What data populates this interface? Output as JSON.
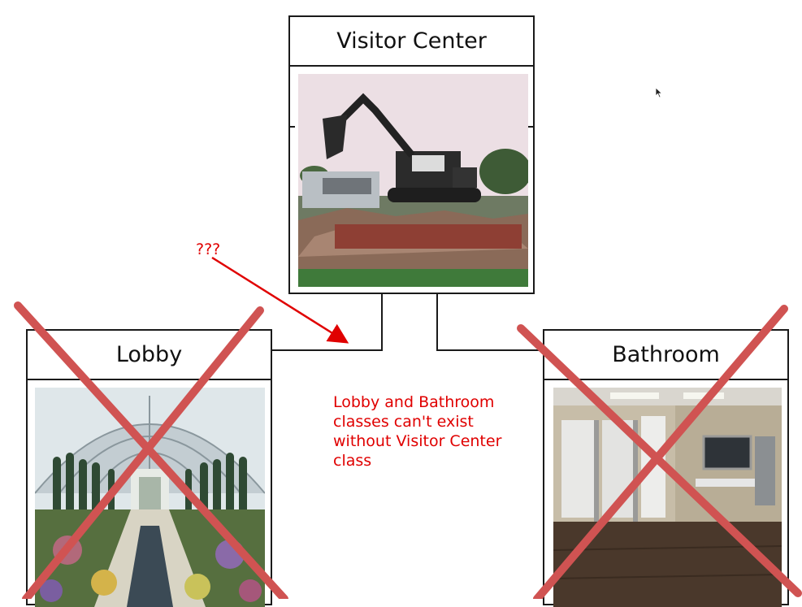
{
  "diagram": {
    "classes": [
      {
        "id": "visitor-center",
        "title": "Visitor Center",
        "image": "demolition-excavator-photo"
      },
      {
        "id": "lobby",
        "title": "Lobby",
        "image": "conservatory-garden-photo",
        "crossed_out": true
      },
      {
        "id": "bathroom",
        "title": "Bathroom",
        "image": "restroom-stalls-photo",
        "crossed_out": true
      }
    ],
    "annotations": {
      "question": "???",
      "note": "Lobby and Bathroom classes can't exist without Visitor Center class"
    },
    "colors": {
      "annotation": "#e00000",
      "cross": "#d9534f",
      "border": "#1a1a1a"
    }
  }
}
